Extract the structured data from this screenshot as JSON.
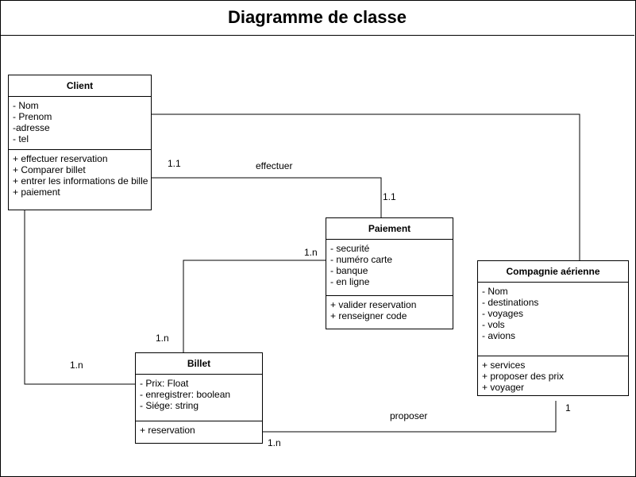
{
  "title": "Diagramme de classe",
  "classes": {
    "client": {
      "name": "Client",
      "attributes": [
        "- Nom",
        "- Prenom",
        "-adresse",
        "- tel"
      ],
      "operations": [
        "+ effectuer reservation",
        "+ Comparer billet",
        "+ entrer les informations de bille",
        "+ paiement"
      ]
    },
    "paiement": {
      "name": "Paiement",
      "attributes": [
        "- securité",
        "- numéro carte",
        "- banque",
        "- en ligne"
      ],
      "operations": [
        "+ valider reservation",
        "+ renseigner code"
      ]
    },
    "compagnie": {
      "name": "Compagnie aérienne",
      "attributes": [
        "- Nom",
        "- destinations",
        "- voyages",
        "- vols",
        "- avions"
      ],
      "operations": [
        "+ services",
        "+ proposer des prix",
        "+ voyager"
      ]
    },
    "billet": {
      "name": "Billet",
      "attributes": [
        "- Prix: Float",
        "- enregistrer: boolean",
        "- Siége: string"
      ],
      "operations": [
        "+ reservation"
      ]
    }
  },
  "associations": {
    "effectuer": {
      "label": "effectuer",
      "mult_client": "1.1",
      "mult_paiement": "1.1"
    },
    "paiement_billet": {
      "mult_paiement": "1.n",
      "mult_billet": "1.n"
    },
    "client_billet": {
      "mult_billet": "1.n"
    },
    "proposer": {
      "label": "proposer",
      "mult_compagnie": "1",
      "mult_billet": "1.n"
    }
  }
}
